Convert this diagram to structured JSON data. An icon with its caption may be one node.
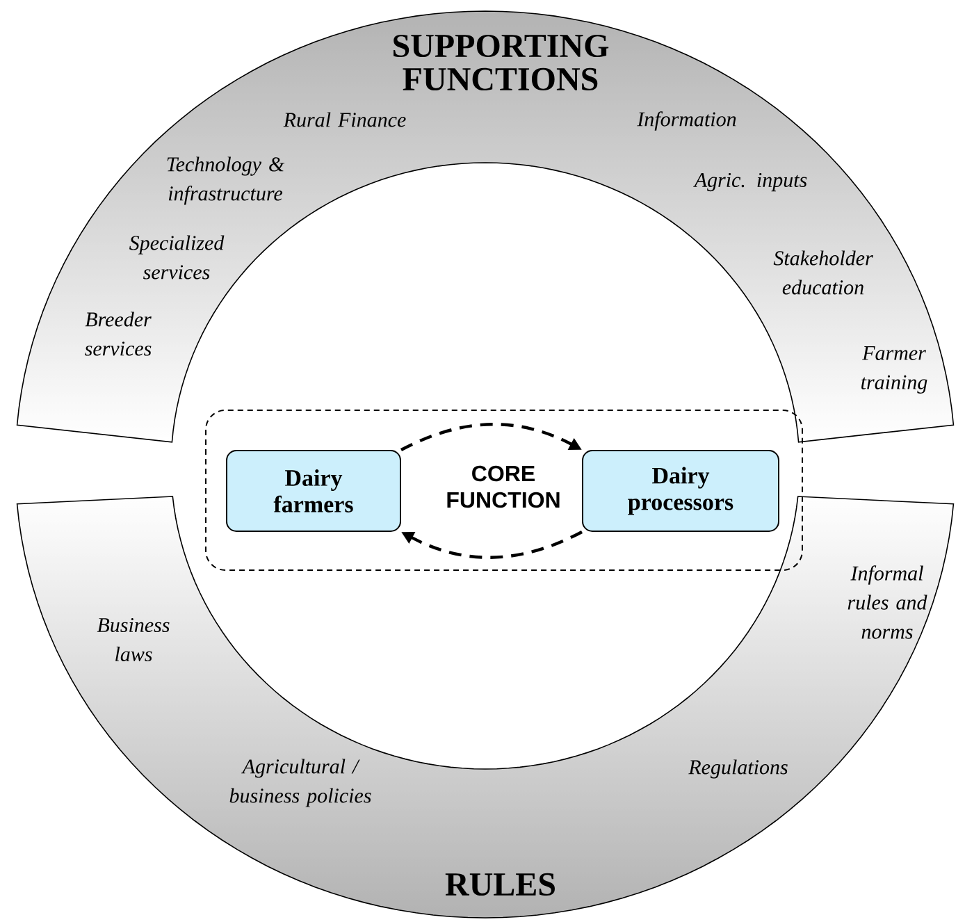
{
  "diagram": {
    "nodes": [
      {
        "text": [
          "SUPPORTING FUNCTIONS",
          "Rural Finance",
          "Information",
          "Technology & infrastructure",
          "Agric. inputs",
          "Specialized services",
          "Stakeholder education",
          "Breeder services",
          "Farmer training"
        ]
      },
      {
        "text": [
          "Informal rules and norms",
          "Business laws",
          "Agricultural / business policies",
          "Regulations",
          "RULES"
        ]
      },
      {
        "text": [
          "CORE FUNCTION"
        ]
      },
      {
        "text": [
          "Dairy farmers"
        ],
        "in": 2
      },
      {
        "text": [
          "Dairy processors"
        ],
        "in": 2
      }
    ],
    "edges": [
      {
        "from": 3,
        "to": 4,
        "arrow": "to",
        "style": "dashed"
      },
      {
        "from": 4,
        "to": 3,
        "arrow": "to",
        "style": "dashed"
      }
    ]
  }
}
